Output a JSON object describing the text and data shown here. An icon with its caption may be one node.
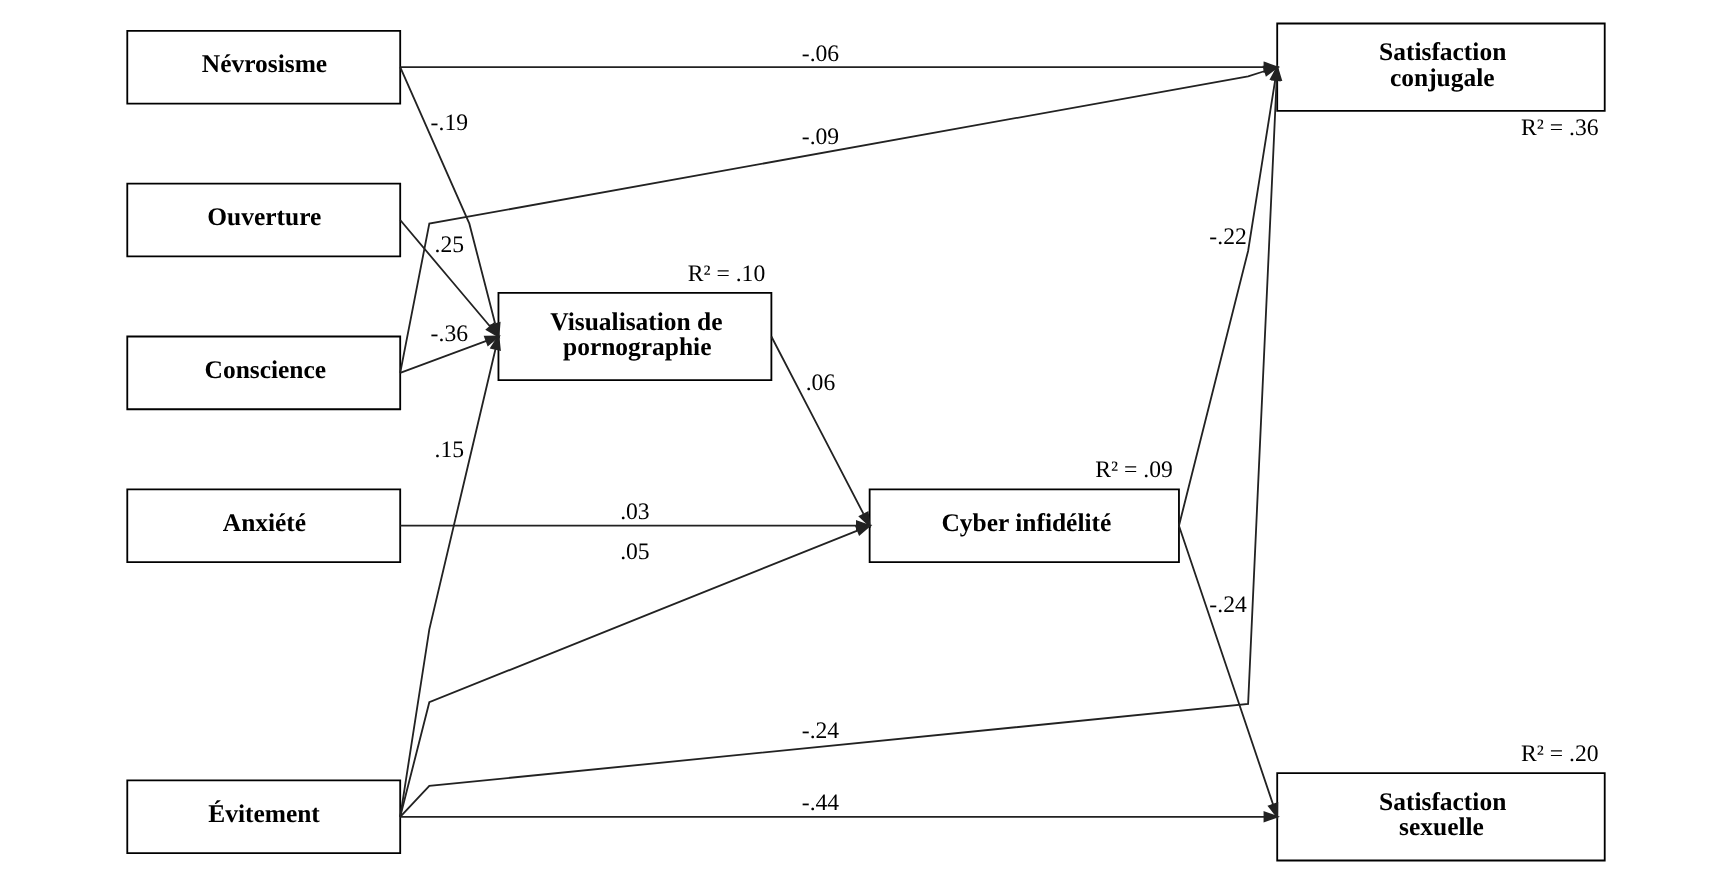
{
  "diagram": {
    "nodes": [
      {
        "text": [
          "Névrosisme"
        ]
      },
      {
        "text": [
          "Satisfaction conjugale"
        ],
        "beside": [
          "R² = .36"
        ]
      },
      {
        "text": [
          "Visualisation de pornographie"
        ],
        "beside": [
          "R² = .10"
        ]
      },
      {
        "text": [
          "Ouverture"
        ]
      },
      {
        "text": [
          "Conscience"
        ]
      },
      {
        "text": [
          "Anxiété"
        ]
      },
      {
        "text": [
          "Cyber infidélité"
        ],
        "beside": [
          "R² = .09"
        ]
      },
      {
        "text": [
          "Évitement"
        ]
      },
      {
        "text": [
          "Satisfaction sexuelle"
        ],
        "beside": [
          "R² = .20"
        ]
      }
    ],
    "edges": [
      {
        "from": 0,
        "to": 1,
        "label": "-.06",
        "arrow": "to"
      },
      {
        "from": 0,
        "to": 2,
        "label": "-.19",
        "arrow": "to"
      },
      {
        "from": 2,
        "to": 6,
        "label": ".06",
        "arrow": "to"
      },
      {
        "from": 3,
        "to": 2,
        "label": ".25",
        "arrow": "to"
      },
      {
        "from": 4,
        "to": 2,
        "label": "-.36",
        "arrow": "to"
      },
      {
        "from": 4,
        "to": 1,
        "label": "-.09",
        "arrow": "to"
      },
      {
        "from": 5,
        "to": 6,
        "label": ".03",
        "arrow": "to"
      },
      {
        "from": 6,
        "to": 1,
        "label": "-.22",
        "arrow": "to"
      },
      {
        "from": 6,
        "to": 8,
        "label": "-.24",
        "arrow": "to"
      },
      {
        "from": 7,
        "to": 2,
        "label": ".15",
        "arrow": "to"
      },
      {
        "from": 7,
        "to": 1,
        "label": "-.24",
        "arrow": "to"
      },
      {
        "from": 7,
        "to": 6,
        "label": ".05",
        "arrow": "to"
      },
      {
        "from": 7,
        "to": 8,
        "label": "-.44",
        "arrow": "to"
      }
    ]
  }
}
